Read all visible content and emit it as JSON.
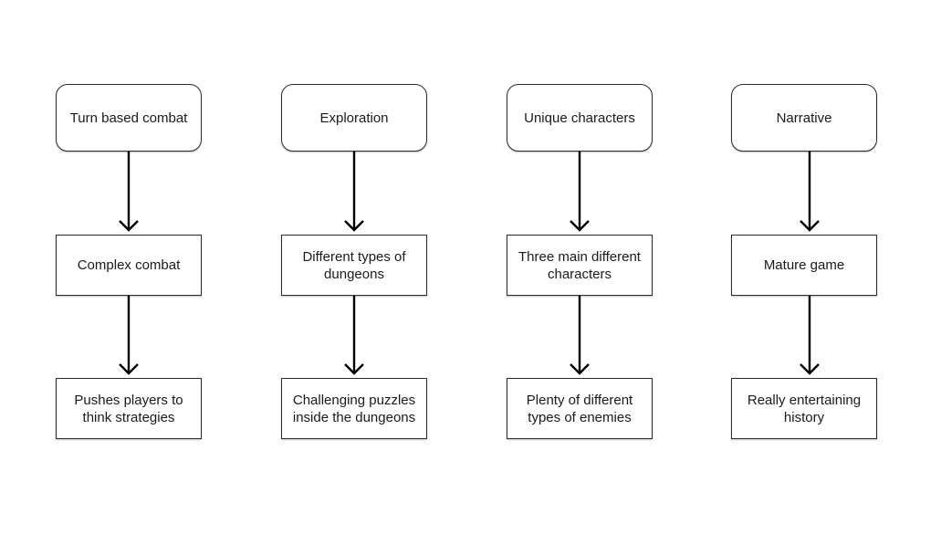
{
  "columns": [
    {
      "top": "Turn based combat",
      "middle": "Complex combat",
      "bottom": "Pushes players to think strategies"
    },
    {
      "top": "Exploration",
      "middle": "Different types of dungeons",
      "bottom": "Challenging puzzles inside the dungeons"
    },
    {
      "top": "Unique characters",
      "middle": "Three main different characters",
      "bottom": "Plenty of different types of enemies"
    },
    {
      "top": "Narrative",
      "middle": "Mature game",
      "bottom": "Really entertaining history"
    }
  ]
}
